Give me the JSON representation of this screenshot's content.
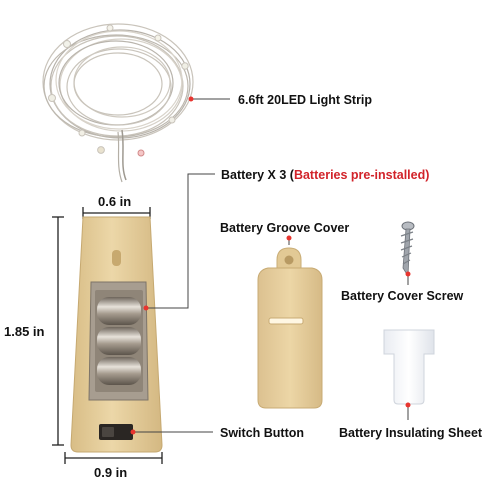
{
  "labels": {
    "light_strip": "6.6ft 20LED Light Strip",
    "battery_prefix": "Battery X 3 (",
    "battery_note": "Batteries pre-installed",
    "battery_suffix": ")",
    "groove_cover": "Battery Groove Cover",
    "cover_screw": "Battery Cover Screw",
    "switch_button": "Switch Button",
    "insulating_sheet": "Battery Insulating Sheet"
  },
  "dimensions": {
    "top_width": "0.6 in",
    "height": "1.85 in",
    "bottom_width": "0.9 in"
  },
  "colors": {
    "leader_line": "#444444",
    "leader_dot": "#e8352f",
    "note_red": "#d2232a",
    "cork": "#e7cf9c",
    "battery_metal": "#9b9184"
  }
}
